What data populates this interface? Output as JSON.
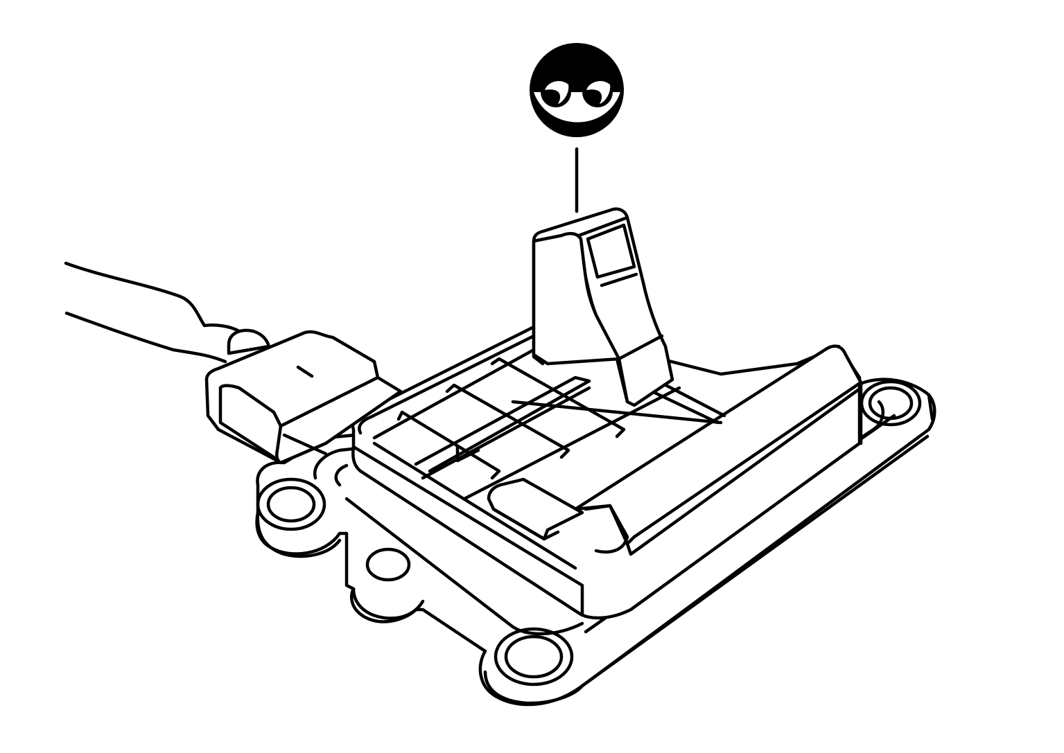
{
  "figure": {
    "kind": "technical line illustration",
    "subject": "electronic control module with wiring harness connector",
    "callout": {
      "symbol": "inspect-eyes-icon",
      "meaning": "look / inspect"
    },
    "colors": {
      "line": "#000000",
      "background": "#ffffff"
    }
  }
}
